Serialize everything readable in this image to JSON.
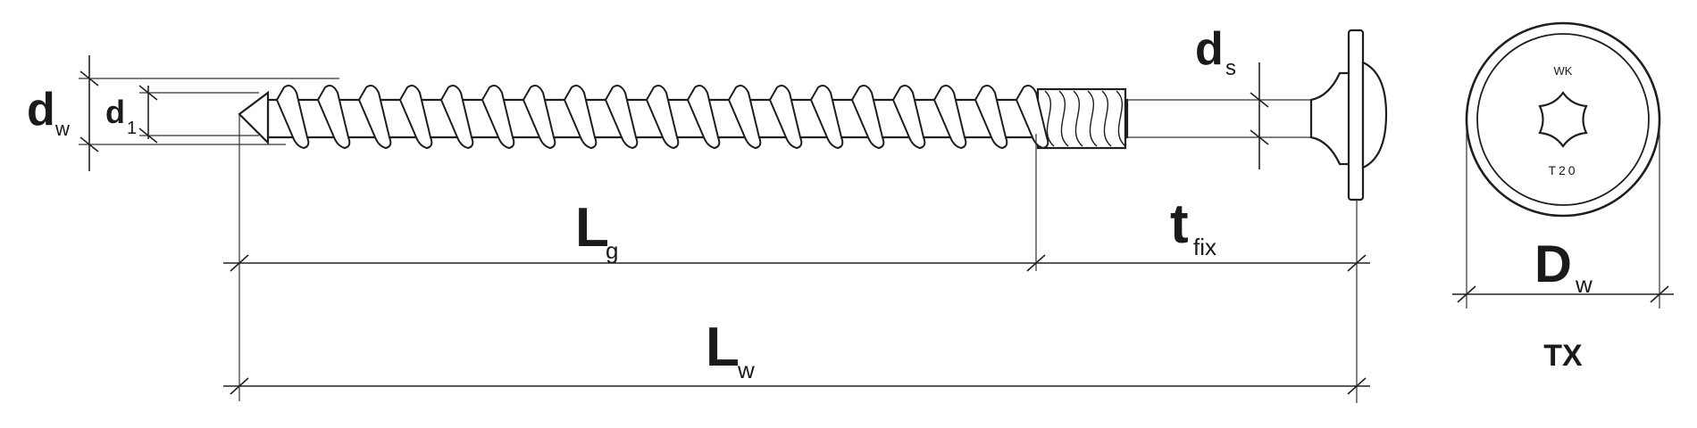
{
  "labels": {
    "d_w": "d",
    "d_w_sub": "w",
    "d_1": "d",
    "d_1_sub": "1",
    "d_s": "d",
    "d_s_sub": "s",
    "L_g": "L",
    "L_g_sub": "g",
    "t_fix": "t",
    "t_fix_sub": "fix",
    "L_w": "L",
    "L_w_sub": "w",
    "D_w": "D",
    "D_w_sub": "w",
    "drive": "TX"
  },
  "head_marking": {
    "top": "WK",
    "bottom": "T20"
  },
  "colors": {
    "line": "#1e1e1e",
    "background": "#ffffff"
  }
}
